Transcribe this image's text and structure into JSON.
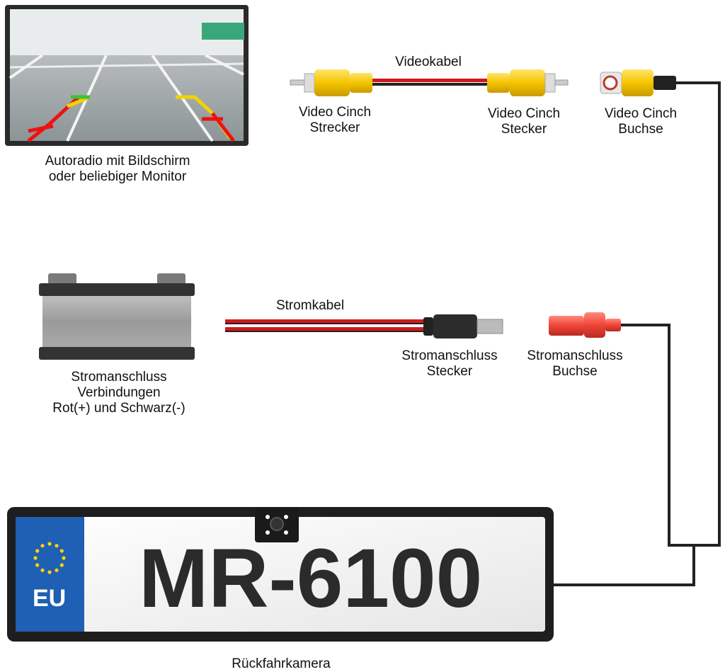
{
  "monitor": {
    "caption_line1": "Autoradio mit Bildschirm",
    "caption_line2": "oder beliebiger Monitor"
  },
  "video_cable": {
    "title": "Videokabel",
    "left_plug": {
      "line1": "Video Cinch",
      "line2": "Strecker"
    },
    "right_plug": {
      "line1": "Video Cinch",
      "line2": "Stecker"
    },
    "socket": {
      "line1": "Video Cinch",
      "line2": "Buchse"
    }
  },
  "battery": {
    "line1": "Stromanschluss",
    "line2": "Verbindungen",
    "line3": "Rot(+) und Schwarz(-)"
  },
  "power_cable": {
    "title": "Stromkabel",
    "plug": {
      "line1": "Stromanschluss",
      "line2": "Stecker"
    },
    "socket": {
      "line1": "Stromanschluss",
      "line2": "Buchse"
    }
  },
  "license_plate": {
    "country": "EU",
    "number": "MR-6100"
  },
  "camera": {
    "caption": "Rückfahrkamera"
  },
  "colors": {
    "rca_yellow": "#f5c400",
    "cable_red": "#d0181e",
    "eu_blue": "#1f5fb4",
    "dc_red": "#f04438"
  }
}
